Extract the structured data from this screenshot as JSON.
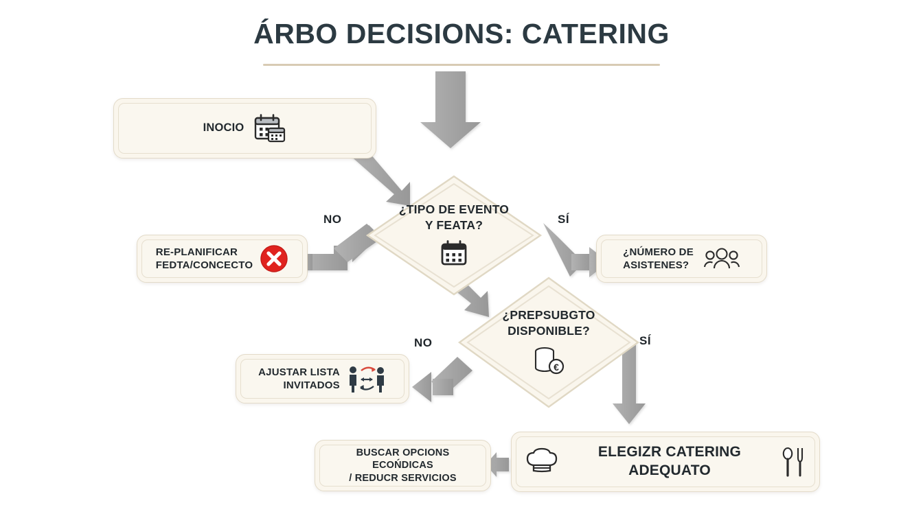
{
  "title": {
    "text": "ÁRBO DECISIONS: CATERING",
    "rule_color": "#d8cbb4"
  },
  "theme": {
    "node_fill": "#faf6ed",
    "node_border": "#e3dbc9",
    "arrow_color": "#a5a5a5",
    "text_color": "#22292e",
    "danger_color": "#e0231f",
    "accent_red": "#d94a3d"
  },
  "nodes": {
    "start": {
      "label": "INOCIO",
      "icon": "calendar-icon"
    },
    "replan": {
      "label": "RE-PLANIFICAR\nFEDTA/CONCECTO",
      "icon": "red-x-circle-icon"
    },
    "attendees": {
      "label": "¿NÚMERO DE\nASISTENES?",
      "icon": "people-group-icon"
    },
    "adjust_guests": {
      "label": "AJUSTAR LISTA\nINVITADOS",
      "icon": "people-exchange-icon"
    },
    "cheaper": {
      "label": "BUSCAR OPCIONS ECOŃDICAS\n/ REDUCR SERVICIOS",
      "icon": "none"
    },
    "choose_catering": {
      "label": "ELEGIZR CATERING ADEQUATO",
      "icon_left": "chef-hat-icon",
      "icon_right": "cutlery-icon"
    }
  },
  "decisions": {
    "event_type": {
      "label": "¿TIPO DE EVENTO\nY FEATA?",
      "icon": "calendar-icon"
    },
    "budget": {
      "label": "¿PREPSUBGTO\nDISPONIBLE?",
      "icon": "coins-euro-icon"
    }
  },
  "edge_labels": {
    "event_no": "NO",
    "event_si": "SÍ",
    "budget_no": "NO",
    "budget_si": "SÍ"
  }
}
